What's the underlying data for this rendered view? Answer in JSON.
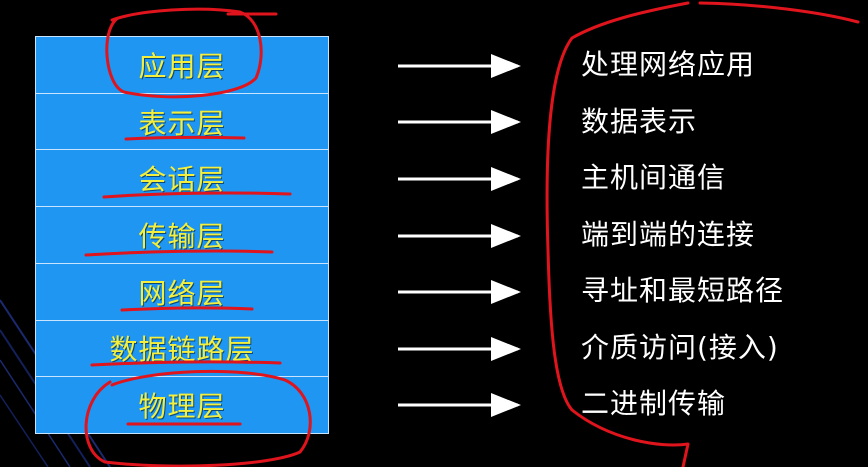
{
  "colors": {
    "background": "#000000",
    "layer_fill": "#1e96f2",
    "layer_text": "#f4ee3c",
    "description_text": "#ffffff",
    "annotation_ink": "#e0141c"
  },
  "layers": [
    {
      "name": "应用层",
      "description": "处理网络应用"
    },
    {
      "name": "表示层",
      "description": "数据表示"
    },
    {
      "name": "会话层",
      "description": "主机间通信"
    },
    {
      "name": "传输层",
      "description": "端到端的连接"
    },
    {
      "name": "网络层",
      "description": "寻址和最短路径"
    },
    {
      "name": "数据链路层",
      "description": "介质访问(接入)"
    },
    {
      "name": "物理层",
      "description": "二进制传输"
    }
  ]
}
